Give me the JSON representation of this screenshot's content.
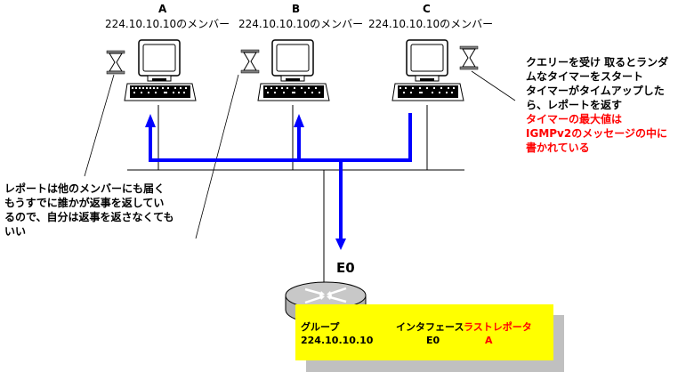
{
  "hosts": [
    {
      "id": "A",
      "label": "A",
      "membership": "224.10.10.10のメンバー"
    },
    {
      "id": "B",
      "label": "B",
      "membership": "224.10.10.10のメンバー"
    },
    {
      "id": "C",
      "label": "C",
      "membership": "224.10.10.10のメンバー"
    }
  ],
  "notes": {
    "timer_note": {
      "lines": [
        "クエリーを受け 取るとランダ",
        "ムなタイマーをスタート",
        "タイマーがタイムアップした",
        "ら、レポートを返す"
      ],
      "red_lines": [
        "タイマーの最大値は",
        "IGMPv2のメッセージの中に",
        "書かれている"
      ]
    },
    "report_note": {
      "lines": [
        "レポートは他のメンバーにも届く",
        "もうすでに誰かが返事を返してい",
        "るので、自分は返事を返さなくても",
        "いい"
      ]
    }
  },
  "router": {
    "interface_label": "E0"
  },
  "table": {
    "headers": {
      "group": "グループ",
      "interface": "インタフェース",
      "last_reporter": "ラストレポータ"
    },
    "rows": [
      {
        "group": "224.10.10.10",
        "interface": "E0",
        "last_reporter": "A"
      }
    ]
  },
  "colors": {
    "flow_arrow": "#0000ff",
    "highlight_text": "#ff0000",
    "table_bg": "#ffff00",
    "table_shadow": "#c0c0c0"
  }
}
